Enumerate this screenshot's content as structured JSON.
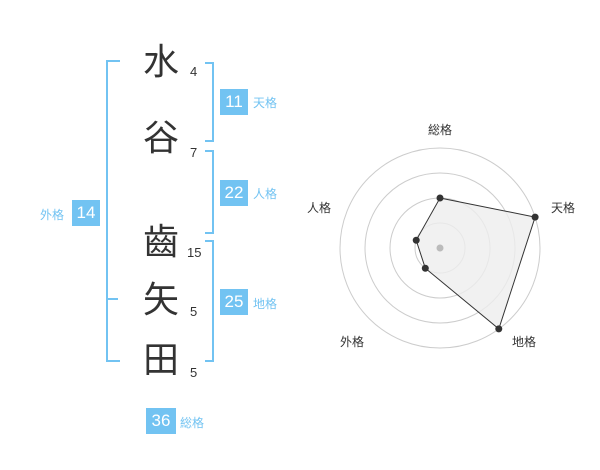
{
  "name": {
    "chars": [
      "水",
      "谷",
      "齒",
      "矢",
      "田"
    ],
    "strokes": [
      "4",
      "7",
      "15",
      "5",
      "5"
    ]
  },
  "fortune": {
    "tenkaku": {
      "value": "11",
      "label": "天格"
    },
    "jinkaku": {
      "value": "22",
      "label": "人格"
    },
    "chikaku": {
      "value": "25",
      "label": "地格"
    },
    "gaikaku": {
      "value": "14",
      "label": "外格"
    },
    "soukaku": {
      "value": "36",
      "label": "総格"
    }
  },
  "colors": {
    "accent": "#72c3f2",
    "text": "#333333"
  },
  "chart_data": {
    "type": "radar",
    "axes": [
      "総格",
      "天格",
      "地格",
      "外格",
      "人格"
    ],
    "values": [
      0.5,
      1.0,
      1.0,
      0.25,
      0.25
    ],
    "rings": 4,
    "range": [
      0,
      1
    ]
  }
}
